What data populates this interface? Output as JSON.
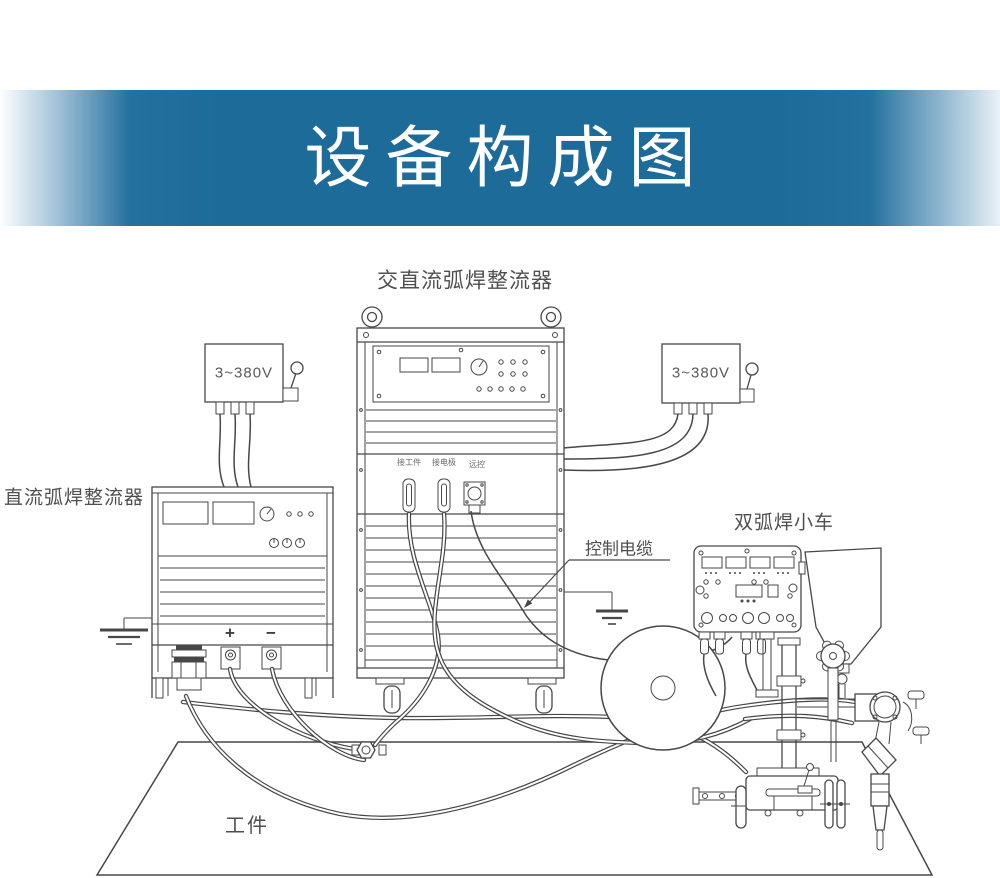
{
  "banner": {
    "title": "设备构成图"
  },
  "labels": {
    "acdc_rectifier": "交直流弧焊整流器",
    "dc_rectifier": "直流弧焊整流器",
    "power_left": "3~380V",
    "power_right": "3~380V",
    "plug_work": "接工件",
    "plug_electrode": "接电极",
    "plug_remote": "远控",
    "control_cable": "控制电缆",
    "trolley": "双弧焊小车",
    "workpiece": "工件",
    "terminal_plus": "+",
    "terminal_minus": "−"
  },
  "colors": {
    "banner_blue": "#1d6b99",
    "line": "#474747",
    "label_text": "#4f4f4f"
  }
}
